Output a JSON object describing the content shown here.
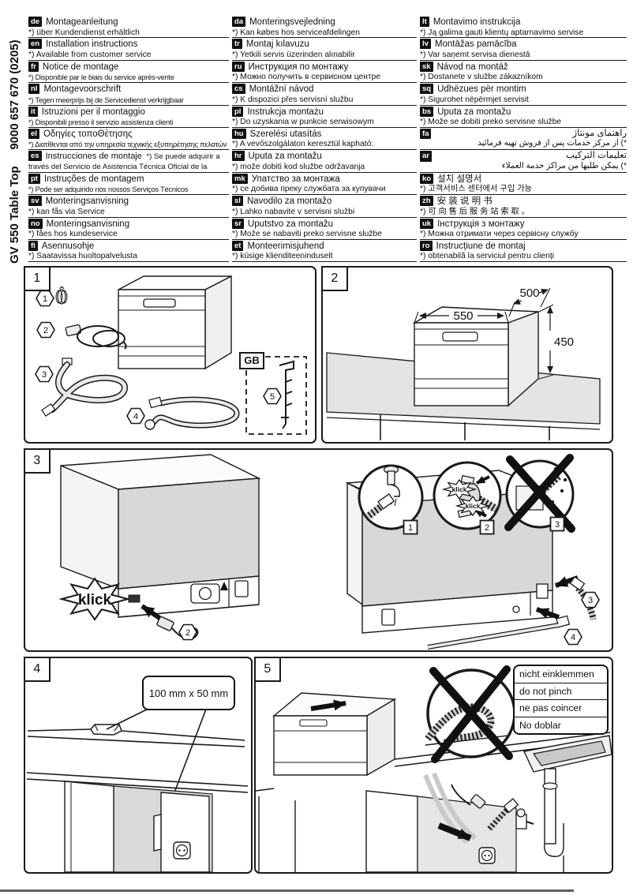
{
  "sidebar": {
    "order_code": "9000 657 670 (0205)",
    "model": "GV 550 Table Top"
  },
  "languages": {
    "col1": [
      {
        "tag": "de",
        "title": "Montageanleitung",
        "note": "*) über Kundendienst erhältlich"
      },
      {
        "tag": "en",
        "title": "Installation instructions",
        "note": "*) Available from customer service"
      },
      {
        "tag": "fr",
        "title": "Notice de montage",
        "note": "*) Disponible par le biais du service après-vente"
      },
      {
        "tag": "nl",
        "title": "Montagevoorschrift",
        "note": "*) Tegen meerprijs bij de Servicedienst verkrijgbaar"
      },
      {
        "tag": "it",
        "title": "Istruzioni per il montaggio",
        "note": "*) Disponibili presso il servizio assistenza clienti"
      },
      {
        "tag": "el",
        "title": "Οδηγίες τοποΘέτησης",
        "note": "*) Διατίθενται από την υπηρεσία τεχνικής εξυπηρέτησης πελατών"
      },
      {
        "tag": "es",
        "title": "Instrucciones de montaje",
        "note": "*) Se puede adquirir a través del Servicio de Asistencia Técnica Oficial de la marca"
      },
      {
        "tag": "pt",
        "title": "Instruções de montagem",
        "note": "*) Pode ser adquirido nos nossos Serviços Técnicos"
      },
      {
        "tag": "sv",
        "title": "Monteringsanvisning",
        "note": "*) kan fås via Service"
      },
      {
        "tag": "no",
        "title": "Monteringsanvisning",
        "note": "*) fåes hos kundeservice"
      },
      {
        "tag": "fi",
        "title": "Asennusohje",
        "note": "*) Saatavissa huoltopalvelusta"
      }
    ],
    "col2": [
      {
        "tag": "da",
        "title": "Monteringsvejledning",
        "note": "*) Kan købes hos serviceafdelingen"
      },
      {
        "tag": "tr",
        "title": "Montaj kılavuzu",
        "note": "*) Yetkili servis üzerinden alınabilir"
      },
      {
        "tag": "ru",
        "title": "Инструкция по монтажу",
        "note": "*) Можно получить в сервисном центре"
      },
      {
        "tag": "cs",
        "title": "Montážní návod",
        "note": "*) K dispozici přes servisní službu"
      },
      {
        "tag": "pl",
        "title": "Instrukcja montażu",
        "note": "*) Do uzyskania w punkcie serwisowym"
      },
      {
        "tag": "hu",
        "title": "Szerelési utasítás",
        "note": "*) A vevőszolgálaton keresztül kapható:"
      },
      {
        "tag": "hr",
        "title": "Uputa za montažu",
        "note": "*) može dobiti kod službe održavanja"
      },
      {
        "tag": "mk",
        "title": "Упатство за монтажа",
        "note": "*) се добива преку службата за купувачи"
      },
      {
        "tag": "sl",
        "title": "Navodilo za montažo",
        "note": "*) Lahko nabavite v servisni službi"
      },
      {
        "tag": "sr",
        "title": "Uputstvo za montažu",
        "note": "*) Može se nabaviti preko servisne službe"
      },
      {
        "tag": "et",
        "title": "Monteerimisjuhend",
        "note": "*) küsige klienditeeninduselt"
      }
    ],
    "col3": [
      {
        "tag": "lt",
        "title": "Montavimo instrukcija",
        "note": "*) Ją galima gauti klientų aptarnavimo servise"
      },
      {
        "tag": "lv",
        "title": "Montāžas pamācība",
        "note": "*) Var saņemt servisa dienestā"
      },
      {
        "tag": "sk",
        "title": "Návod na montáž",
        "note": "*) Dostanete v službe zákazníkom"
      },
      {
        "tag": "sq",
        "title": "Udhëzues për montim",
        "note": "*) Sigurohet nëpërmjet servisit"
      },
      {
        "tag": "bs",
        "title": "Uputa za montažu",
        "note": "*) Može se dobiti preko servisne službe"
      },
      {
        "tag": "fa",
        "title": "راهنمای مونتاژ",
        "note": "*) از مرکز خدمات پس از فروش تهیه فرمائید"
      },
      {
        "tag": "ar",
        "title": "تعليمات التركيب",
        "note": "*) يمكن طلبها من مراكز خدمة العملاء"
      },
      {
        "tag": "ko",
        "title": "설치 설명서",
        "note": "*) 고객서비스 센터에서 구입 가능"
      },
      {
        "tag": "zh",
        "title": "安 装 说 明 书",
        "note": "*) 可 向 售 后 服 务 站 索 取 。"
      },
      {
        "tag": "uk",
        "title": "Інструкція з монтажу",
        "note": "*) Можна отримати через сервісну службу"
      },
      {
        "tag": "ro",
        "title": "Instrucțiune de montaj",
        "note": "*) obtenabilă la serviciul pentru clienți"
      }
    ]
  },
  "panel1": {
    "number": "1",
    "gb": "GB",
    "c1": "1",
    "c2": "2",
    "c3": "3",
    "c4": "4",
    "c5": "5"
  },
  "panel2": {
    "number": "2",
    "dim_width": "550",
    "dim_depth": "500",
    "dim_height": "450"
  },
  "panel3": {
    "number": "3",
    "klick": "klick",
    "klick_a": "klick",
    "klick_b": "klick",
    "inset1": "1",
    "inset2": "2",
    "inset3": "3",
    "c2": "2",
    "c3": "3",
    "c4": "4"
  },
  "panel4": {
    "number": "4",
    "cutout_label": "100 mm x 50 mm"
  },
  "panel5": {
    "number": "5",
    "warn1": "nicht einklemmen",
    "warn2": "do not pinch",
    "warn3": "ne pas coincer",
    "warn4": "No doblar"
  },
  "colors": {
    "ink": "#1a1a1a",
    "shade": "#d8d8d8",
    "counter": "#e4e4e4"
  }
}
